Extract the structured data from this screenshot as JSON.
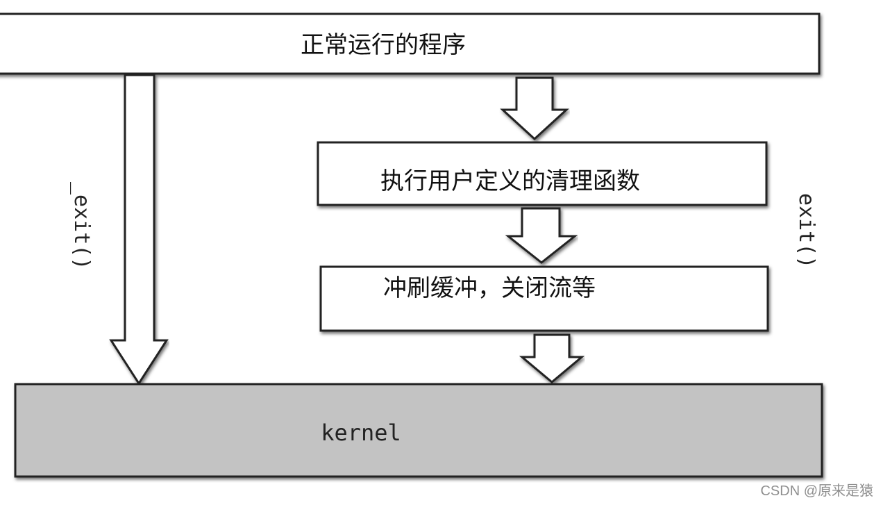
{
  "boxes": {
    "program": "正常运行的程序",
    "cleanup": "执行用户定义的清理函数",
    "flush": "冲刷缓冲，关闭流等",
    "kernel": "kernel"
  },
  "labels": {
    "left": "_exit()",
    "right": "exit()"
  },
  "watermark": "CSDN @原来是猿",
  "colors": {
    "kernel_fill": "#c3c3c3",
    "box_fill": "#ffffff",
    "stroke": "#222222"
  }
}
